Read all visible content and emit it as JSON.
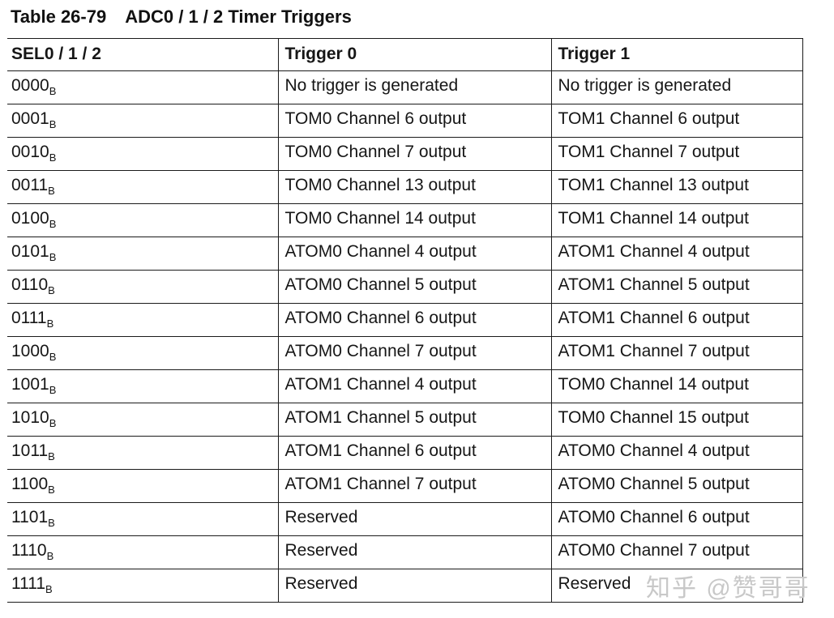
{
  "header": {
    "label": "Table 26-79",
    "text": "ADC0 / 1 / 2 Timer Triggers"
  },
  "watermark": {
    "text": "知乎 @赞哥哥",
    "color": "#c8c8c8"
  },
  "colors": {
    "text": "#141414",
    "border": "#1a1a1a",
    "background": "#ffffff"
  },
  "table": {
    "headers": [
      "SEL0 / 1 / 2",
      "Trigger 0",
      "Trigger 1"
    ],
    "subscript": "B",
    "rows": [
      {
        "sel": "0000",
        "sub": "B",
        "trigger0": "No trigger is generated",
        "trigger1": "No trigger is generated"
      },
      {
        "sel": "0001",
        "sub": "B",
        "trigger0": "TOM0 Channel 6 output",
        "trigger1": "TOM1 Channel 6 output"
      },
      {
        "sel": "0010",
        "sub": "B",
        "trigger0": "TOM0 Channel 7 output",
        "trigger1": "TOM1 Channel 7 output"
      },
      {
        "sel": "0011",
        "sub": "B",
        "trigger0": "TOM0 Channel 13 output",
        "trigger1": "TOM1 Channel 13 output"
      },
      {
        "sel": "0100",
        "sub": "B",
        "trigger0": "TOM0 Channel 14 output",
        "trigger1": "TOM1 Channel 14 output"
      },
      {
        "sel": "0101",
        "sub": "B",
        "trigger0": "ATOM0 Channel 4 output",
        "trigger1": "ATOM1 Channel 4 output"
      },
      {
        "sel": "0110",
        "sub": "B",
        "trigger0": "ATOM0 Channel 5 output",
        "trigger1": "ATOM1 Channel 5 output"
      },
      {
        "sel": "0111",
        "sub": "B",
        "trigger0": "ATOM0 Channel 6 output",
        "trigger1": "ATOM1 Channel 6 output"
      },
      {
        "sel": "1000",
        "sub": "B",
        "trigger0": "ATOM0 Channel 7 output",
        "trigger1": "ATOM1 Channel 7 output"
      },
      {
        "sel": "1001",
        "sub": "B",
        "trigger0": "ATOM1 Channel 4 output",
        "trigger1": "TOM0 Channel 14 output"
      },
      {
        "sel": "1010",
        "sub": "B",
        "trigger0": "ATOM1 Channel 5 output",
        "trigger1": "TOM0 Channel 15 output"
      },
      {
        "sel": "1011",
        "sub": "B",
        "trigger0": "ATOM1 Channel 6 output",
        "trigger1": "ATOM0 Channel 4 output"
      },
      {
        "sel": "1100",
        "sub": "B",
        "trigger0": "ATOM1 Channel 7 output",
        "trigger1": "ATOM0 Channel 5 output"
      },
      {
        "sel": "1101",
        "sub": "B",
        "trigger0": "Reserved",
        "trigger1": "ATOM0 Channel 6 output"
      },
      {
        "sel": "1110",
        "sub": "B",
        "trigger0": "Reserved",
        "trigger1": "ATOM0 Channel 7 output"
      },
      {
        "sel": "1111",
        "sub": "B",
        "trigger0": "Reserved",
        "trigger1": "Reserved"
      }
    ]
  }
}
